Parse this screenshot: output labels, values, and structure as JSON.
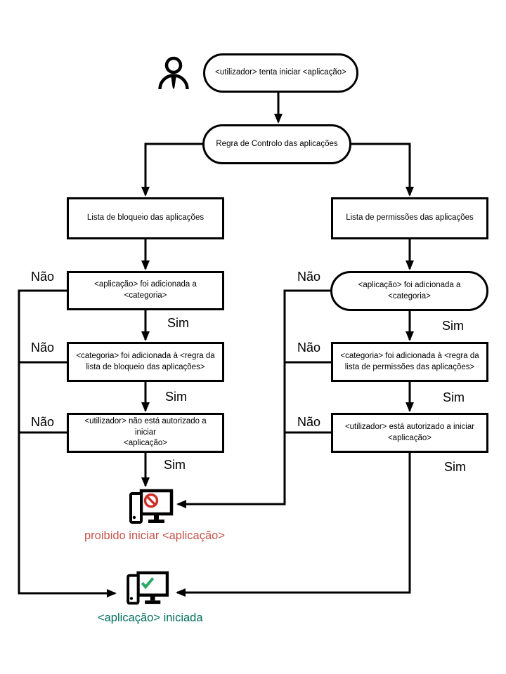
{
  "labels": {
    "no": "Não",
    "yes": "Sim"
  },
  "nodes": {
    "start": "<utilizador> tenta iniciar <aplicação>",
    "rule": "Regra de Controlo das aplicações",
    "blocklist": "Lista de bloqueio das aplicações",
    "allowlist": "Lista de permissões das aplicações",
    "left_app_in_category": "<aplicação> foi adicionada a <categoria>",
    "right_app_in_category": "<aplicação> foi adicionada a <categoria>",
    "left_category_in_rule_l1": "<categoria> foi adicionada à <regra da",
    "left_category_in_rule_l2": "lista de bloqueio das aplicações>",
    "right_category_in_rule_l1": "<categoria> foi adicionada à <regra da",
    "right_category_in_rule_l2": "lista de permissões das aplicações>",
    "left_user_not_authorized_l1": "<utilizador> não está autorizado a iniciar",
    "left_user_not_authorized_l2": "<aplicação>",
    "right_user_authorized_l1": "<utilizador> está autorizado a iniciar",
    "right_user_authorized_l2": "<aplicação>"
  },
  "outcomes": {
    "blocked_text": "proibido iniciar <aplicação>",
    "started_text": "<aplicação> iniciada"
  },
  "icons": {
    "user": "user-icon",
    "blocked": "computer-blocked-icon",
    "started": "computer-started-icon"
  },
  "colors": {
    "line": "#000000",
    "blocked_text": "#c4554c",
    "prohibition_red": "#cc2d25",
    "started_text": "#006e5e",
    "check_green": "#2aa868"
  }
}
